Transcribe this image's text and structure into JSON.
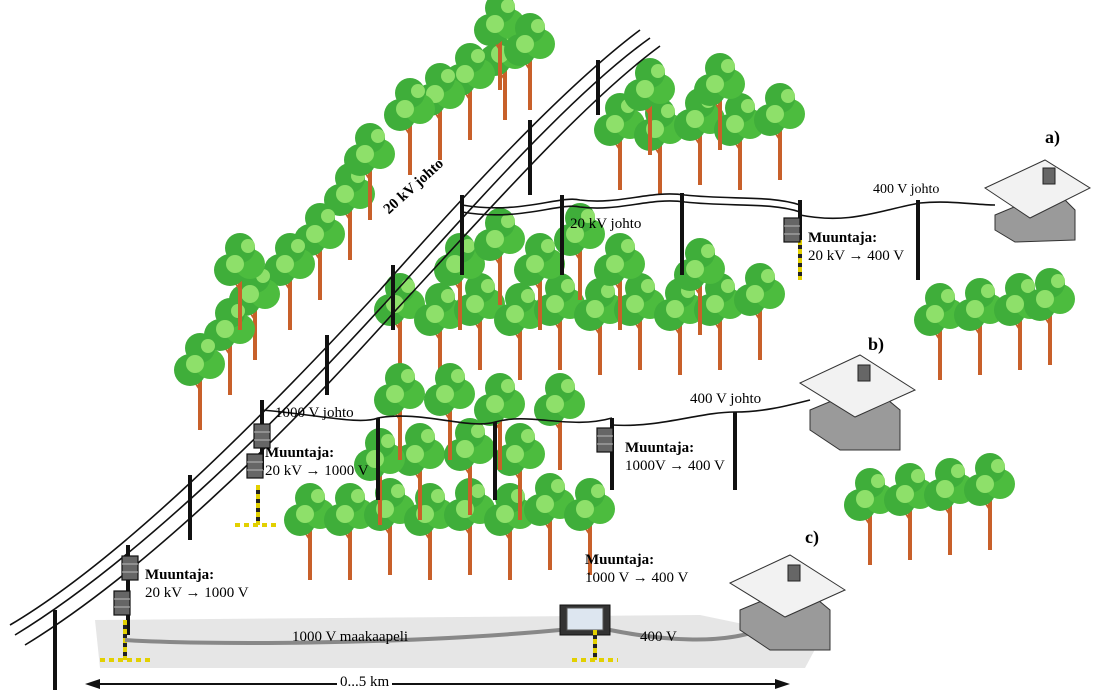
{
  "labels": {
    "line_20kv_main": "20 kV johto",
    "line_20kv_branch": "20 kV johto",
    "line_400v_a": "400 V johto",
    "line_1000v": "1000 V johto",
    "line_400v_b": "400 V johto",
    "cable_1000v": "1000 V maakaapeli",
    "cable_400v": "400 V",
    "distance": "0...5 km"
  },
  "transformers": {
    "a": {
      "title": "Muuntaja:",
      "ratio": "20 kV → 400 V"
    },
    "b1": {
      "title": "Muuntaja:",
      "ratio": "20 kV → 1000 V"
    },
    "b2": {
      "title": "Muuntaja:",
      "ratio": "1000V → 400 V"
    },
    "c1": {
      "title": "Muuntaja:",
      "ratio": "20 kV → 1000 V"
    },
    "c2": {
      "title": "Muuntaja:",
      "ratio": "1000 V → 400 V"
    }
  },
  "houses": {
    "a": "a)",
    "b": "b)",
    "c": "c)"
  },
  "colors": {
    "foliage": "#3fae3a",
    "foliage_light": "#8ee06a",
    "trunk": "#c8602a",
    "house_roof": "#f2f2f2",
    "house_wall": "#9a9a9a",
    "ground": "#e6e6e6",
    "ground_rod": "#e2d000"
  }
}
